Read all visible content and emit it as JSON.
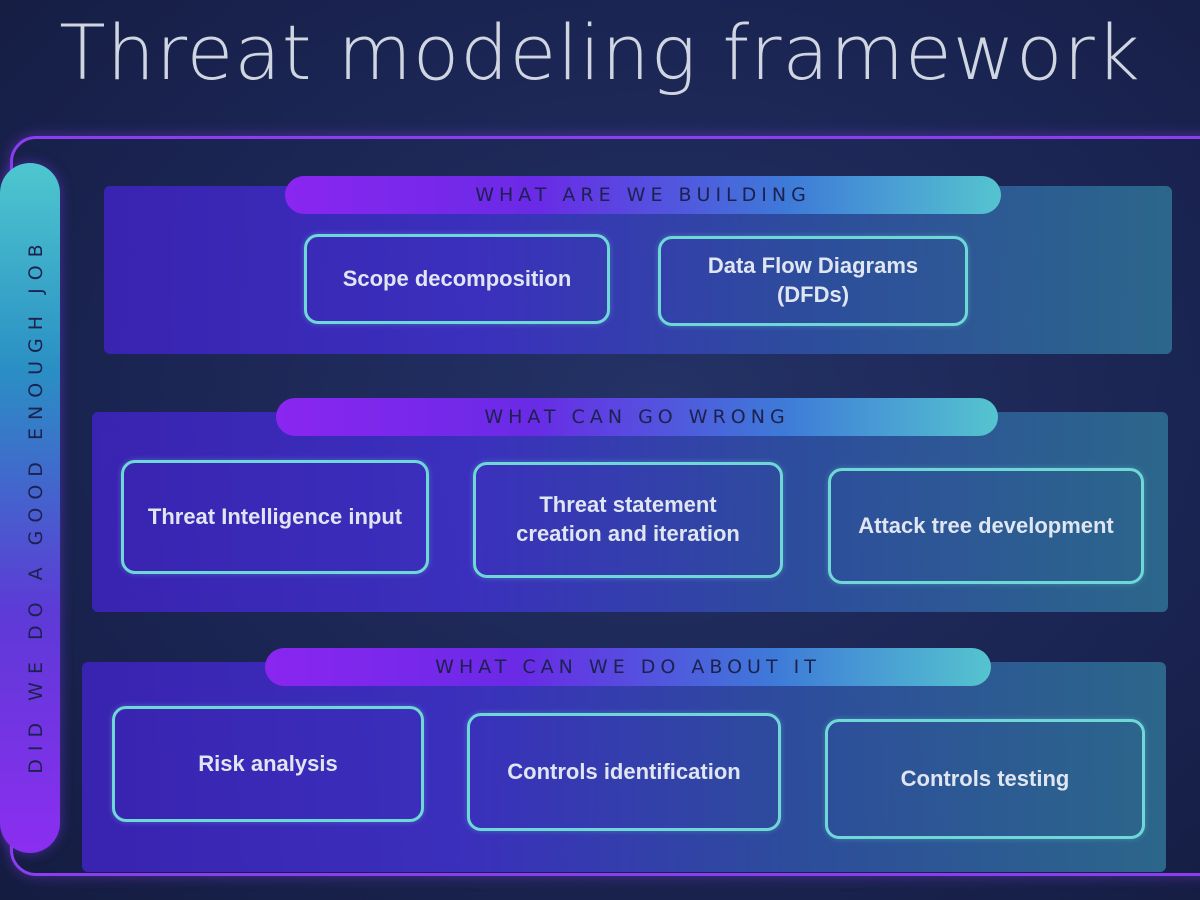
{
  "title": "Threat modeling framework",
  "side_label": "DID WE DO A GOOD ENOUGH JOB",
  "sections": [
    {
      "heading": "WHAT ARE WE BUILDING",
      "items": [
        "Scope decomposition",
        "Data Flow Diagrams\n(DFDs)"
      ]
    },
    {
      "heading": "WHAT CAN GO WRONG",
      "items": [
        "Threat Intelligence input",
        "Threat statement\ncreation and iteration",
        "Attack tree development"
      ]
    },
    {
      "heading": "WHAT CAN WE DO ABOUT IT",
      "items": [
        "Risk analysis",
        "Controls identification",
        "Controls testing"
      ]
    }
  ],
  "colors": {
    "accent_purple": "#8b3df0",
    "accent_teal": "#6fd8d6",
    "background": "#1b2553"
  }
}
